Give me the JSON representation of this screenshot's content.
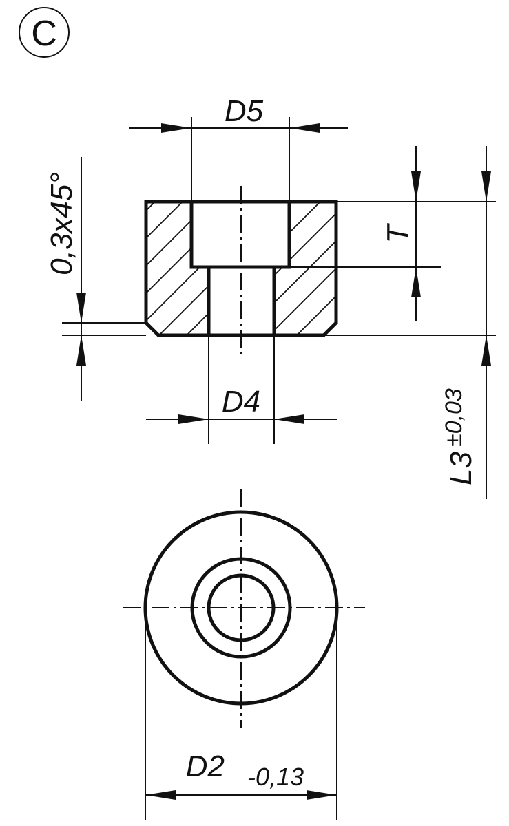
{
  "view_label": "C",
  "dimensions": {
    "d5": "D5",
    "d4": "D4",
    "t": "T",
    "chamfer": "0,3x45°",
    "l3": "L3",
    "l3_tolerance": "±0,03",
    "d2": "D2",
    "d2_tolerance": "-0,13"
  },
  "colors": {
    "line": "#111111",
    "background": "#ffffff"
  }
}
